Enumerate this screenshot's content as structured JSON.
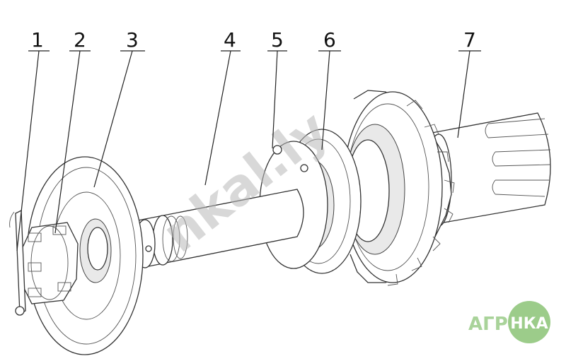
{
  "callouts": [
    {
      "id": "1",
      "label": "1"
    },
    {
      "id": "2",
      "label": "2"
    },
    {
      "id": "3",
      "label": "3"
    },
    {
      "id": "4",
      "label": "4"
    },
    {
      "id": "5",
      "label": "5"
    },
    {
      "id": "6",
      "label": "6"
    },
    {
      "id": "7",
      "label": "7"
    }
  ],
  "watermark": "nkal.ly",
  "logo": {
    "prefix": "АГРО",
    "badge": "НКА",
    "colors": {
      "text": "#a9d39a",
      "badge_fill": "#9ccc8a",
      "badge_text": "#ffffff"
    }
  }
}
